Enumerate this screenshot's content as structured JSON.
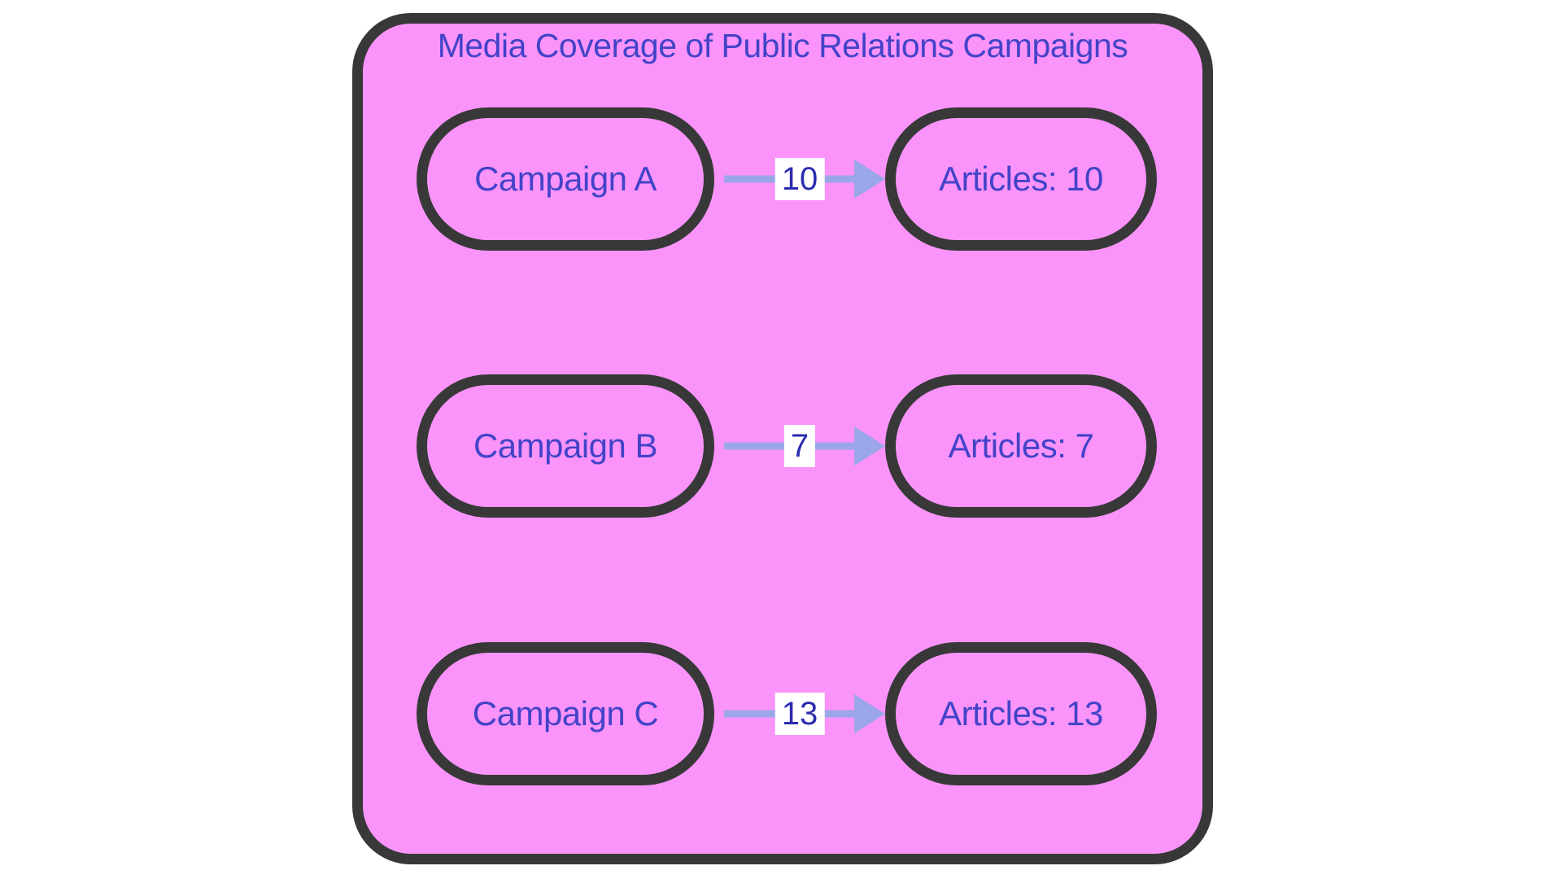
{
  "diagram": {
    "title": "Media Coverage of Public Relations Campaigns",
    "rows": [
      {
        "campaign": "Campaign A",
        "edge_label": "10",
        "articles": "Articles: 10"
      },
      {
        "campaign": "Campaign B",
        "edge_label": "7",
        "articles": "Articles: 7"
      },
      {
        "campaign": "Campaign C",
        "edge_label": "13",
        "articles": "Articles: 13"
      }
    ],
    "colors": {
      "page_background": "#FFFFFF",
      "container_fill": "#FA94FA",
      "node_fill": "#FA94FA",
      "stroke": "#383838",
      "node_text": "#4343C8",
      "title_text": "#4343C8",
      "edge": "#9BA6E8",
      "edge_label_text": "#2B2BB0",
      "edge_label_background": "#FFFFFF"
    }
  }
}
